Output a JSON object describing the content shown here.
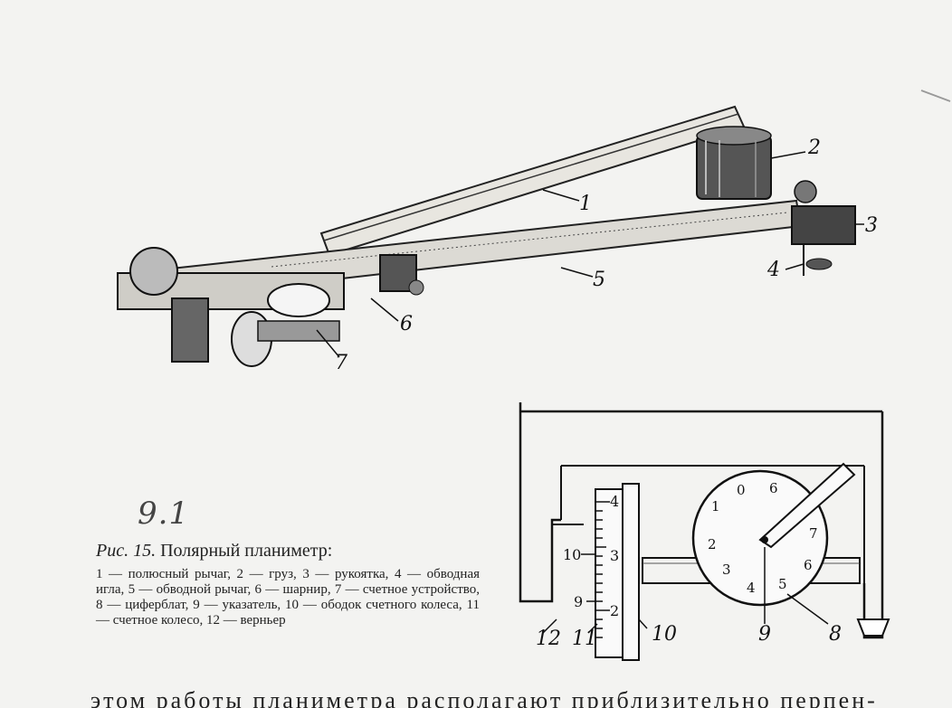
{
  "handwritten_note": "9.1",
  "caption": {
    "figure_label": "Рис. 15.",
    "figure_title": "Полярный планиметр:",
    "legend": "1 — полюсный рычаг, 2 — груз, 3 — рукоятка, 4 — обводная игла, 5 — обводной рычаг, 6 — шарнир, 7 — счетное устройство, 8 — циферблат, 9 — указатель, 10 — ободок счетного колеса, 11 — счетное колесо, 12 — верньер"
  },
  "figure_top": {
    "callouts": [
      "1",
      "2",
      "3",
      "4",
      "5",
      "6",
      "7"
    ]
  },
  "figure_bottom": {
    "callouts": [
      "12",
      "11",
      "10",
      "9",
      "8"
    ],
    "wheel_scale": [
      "4",
      "3",
      "2"
    ],
    "vernier_scale": [
      "10",
      "9"
    ],
    "dial_digits": [
      "0",
      "1",
      "2",
      "3",
      "4",
      "5",
      "6",
      "7",
      "6"
    ]
  },
  "bottom_text": "этом работы планиметра располагают приблизительно перпен-"
}
